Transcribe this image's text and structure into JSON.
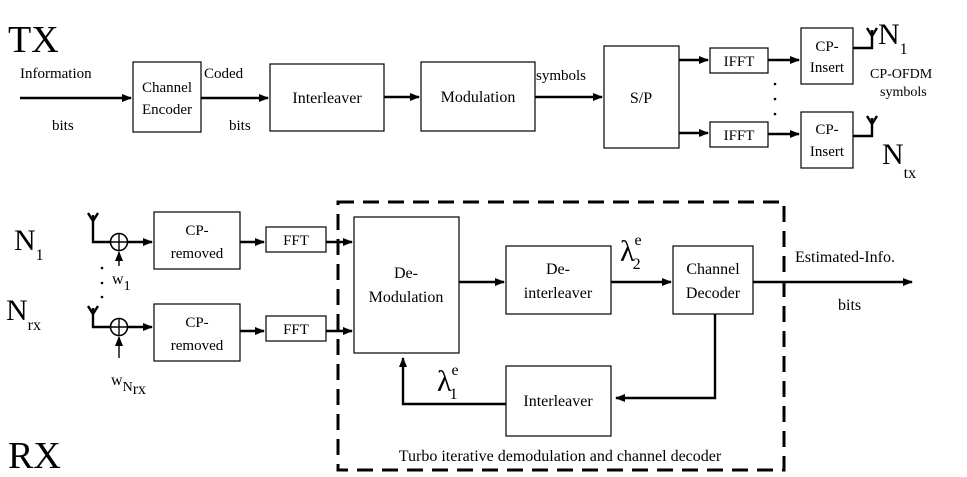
{
  "tx": {
    "title": "TX",
    "info_top": "Information",
    "info_bottom": "bits",
    "encoder_l1": "Channel",
    "encoder_l2": "Encoder",
    "coded_top": "Coded",
    "coded_bottom": "bits",
    "interleaver": "Interleaver",
    "modulation": "Modulation",
    "symbols": "symbols",
    "sp": "S/P",
    "ifft1": "IFFT",
    "ifft2": "IFFT",
    "cp1_l1": "CP-",
    "cp1_l2": "Insert",
    "cp2_l1": "CP-",
    "cp2_l2": "Insert",
    "n1_main": "N",
    "n1_sub": "1",
    "ntx_main": "N",
    "ntx_sub": "tx",
    "cpofdm_l1": "CP-OFDM",
    "cpofdm_l2": "symbols"
  },
  "rx": {
    "title": "RX",
    "n1_main": "N",
    "n1_sub": "1",
    "nrx_main": "N",
    "nrx_sub": "rx",
    "w1_main": "w",
    "w1_sub": "1",
    "wn_main": "w",
    "wn_sub": "N",
    "wn_subsub": "rx",
    "cprem1_l1": "CP-",
    "cprem1_l2": "removed",
    "cprem2_l1": "CP-",
    "cprem2_l2": "removed",
    "fft1": "FFT",
    "fft2": "FFT",
    "demod_l1": "De-",
    "demod_l2": "Modulation",
    "deint_l1": "De-",
    "deint_l2": "interleaver",
    "decoder_l1": "Channel",
    "decoder_l2": "Decoder",
    "interleaver": "Interleaver",
    "lambda2": "λ",
    "lambda2_sup": "e",
    "lambda2_sub": "2",
    "lambda1": "λ",
    "lambda1_sup": "e",
    "lambda1_sub": "1",
    "estimated": "Estimated-Info.",
    "bits": "bits",
    "turbo_caption": "Turbo iterative demodulation and channel decoder"
  }
}
